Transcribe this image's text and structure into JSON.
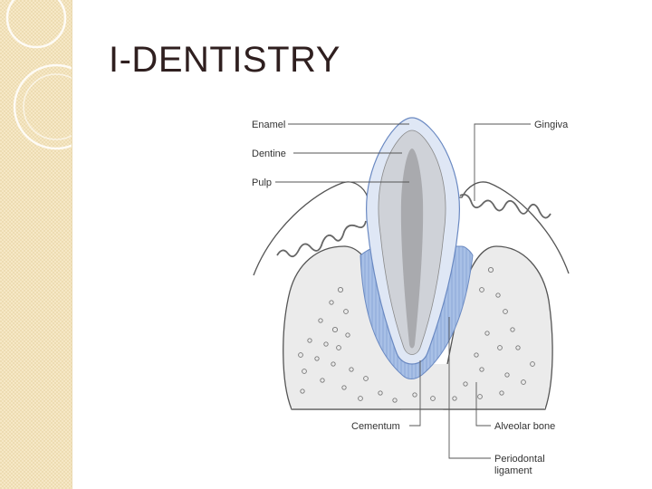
{
  "slide": {
    "title": "I-DENTISTRY"
  },
  "diagram": {
    "labels": {
      "enamel": "Enamel",
      "dentine": "Dentine",
      "pulp": "Pulp",
      "gingiva": "Gingiva",
      "cementum": "Cementum",
      "alveolar_bone": "Alveolar bone",
      "periodontal_ligament_line1": "Periodontal",
      "periodontal_ligament_line2": "ligament"
    },
    "colors": {
      "enamel": "#dfe7f5",
      "dentine": "#cfd2d8",
      "pulp": "#a9aaae",
      "ligament": "#a8c0e6",
      "bone": "#ebebeb",
      "line": "#555555",
      "background_strip": "#f6e8c6"
    }
  }
}
